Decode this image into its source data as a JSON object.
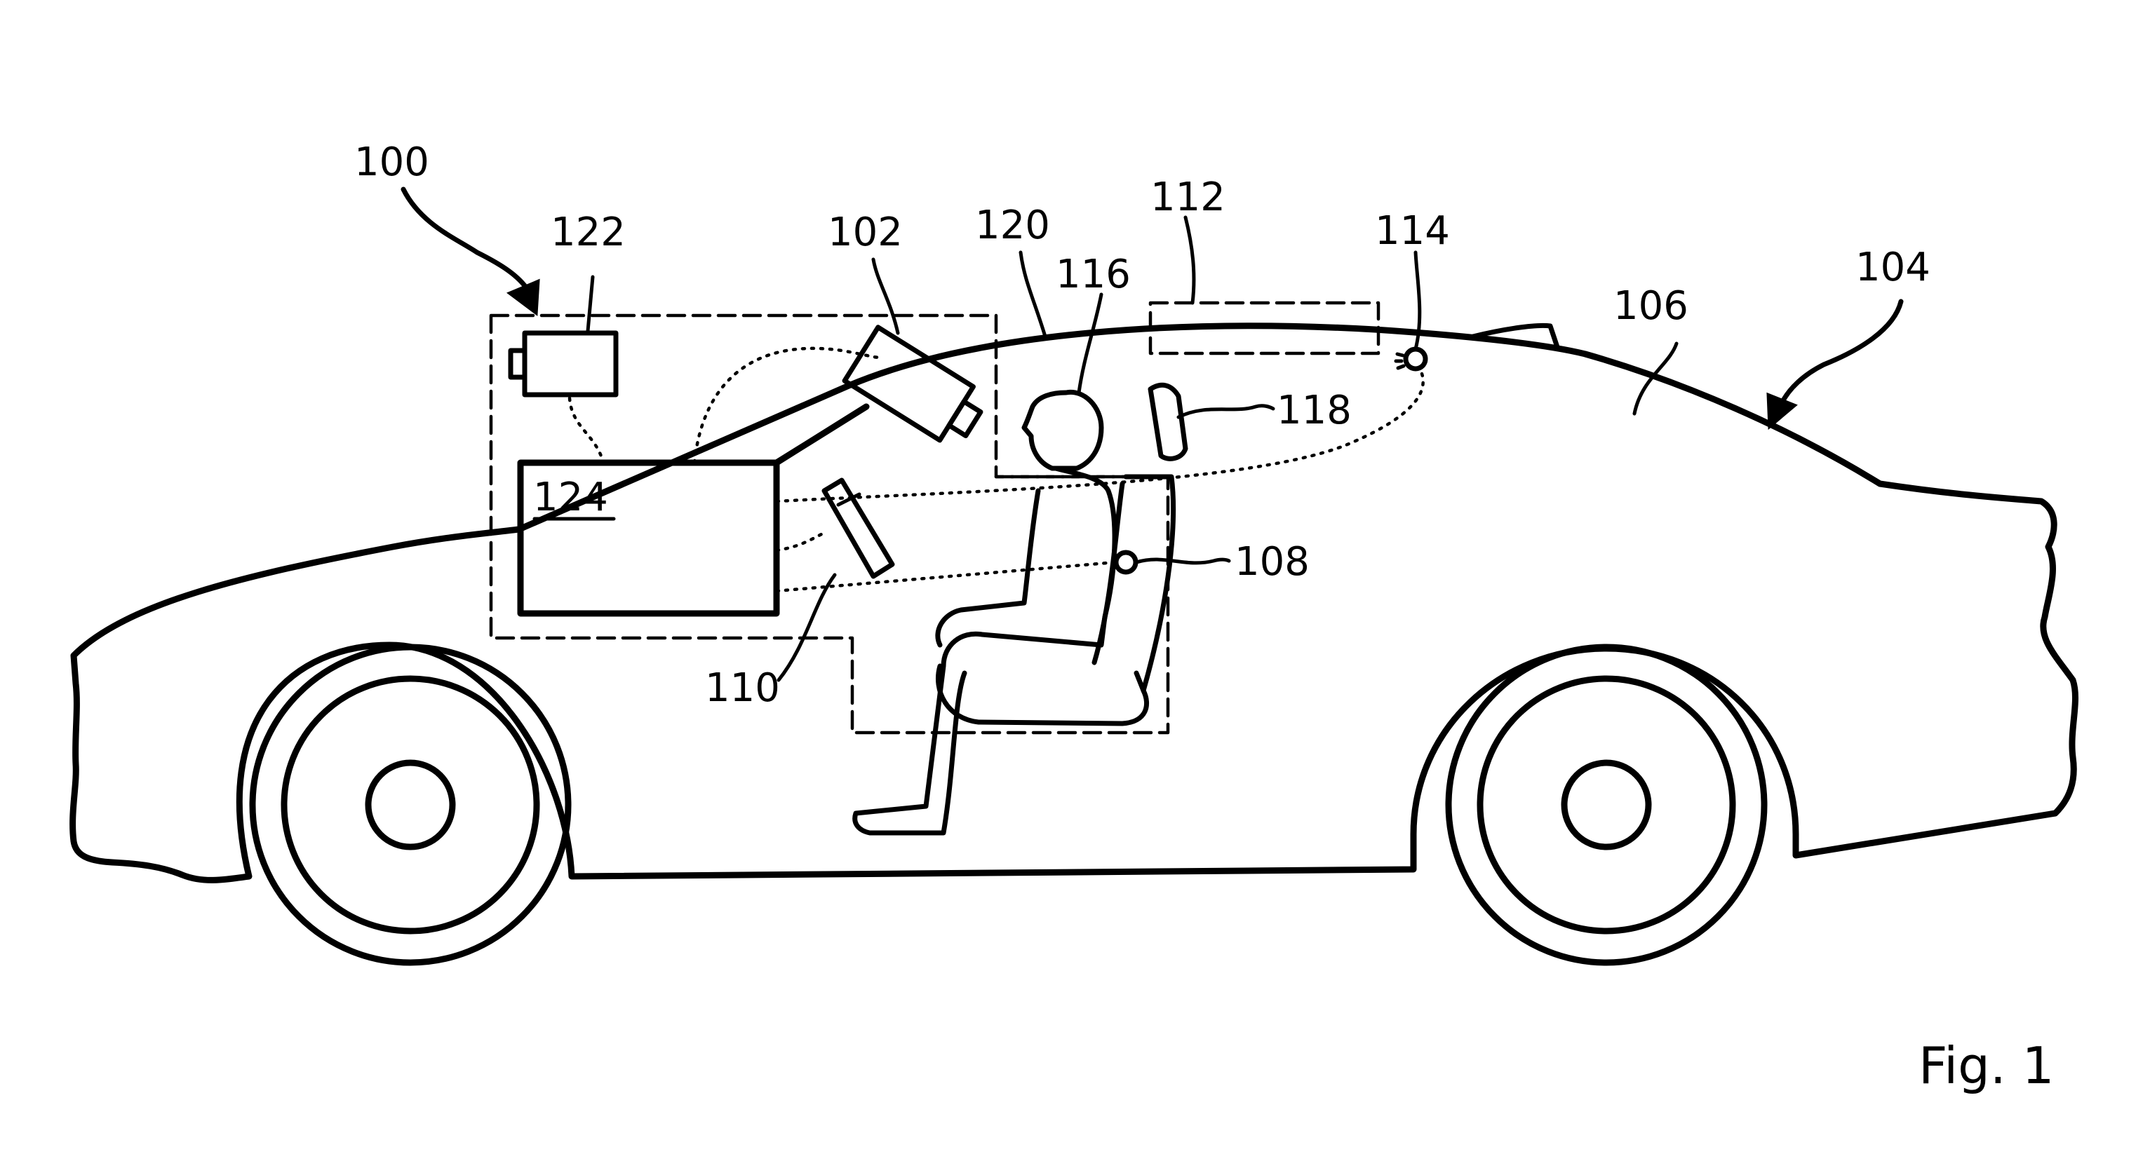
{
  "figure": {
    "caption": "Fig. 1",
    "labels": {
      "system": "100",
      "camera": "102",
      "vehicle": "104",
      "cabin": "106",
      "seat_sensor": "108",
      "handheld_device": "110",
      "roof_module": "112",
      "light": "114",
      "occupant": "116",
      "headrest": "118",
      "occupant_zone": "120",
      "battery": "122",
      "control_unit": "124"
    }
  }
}
